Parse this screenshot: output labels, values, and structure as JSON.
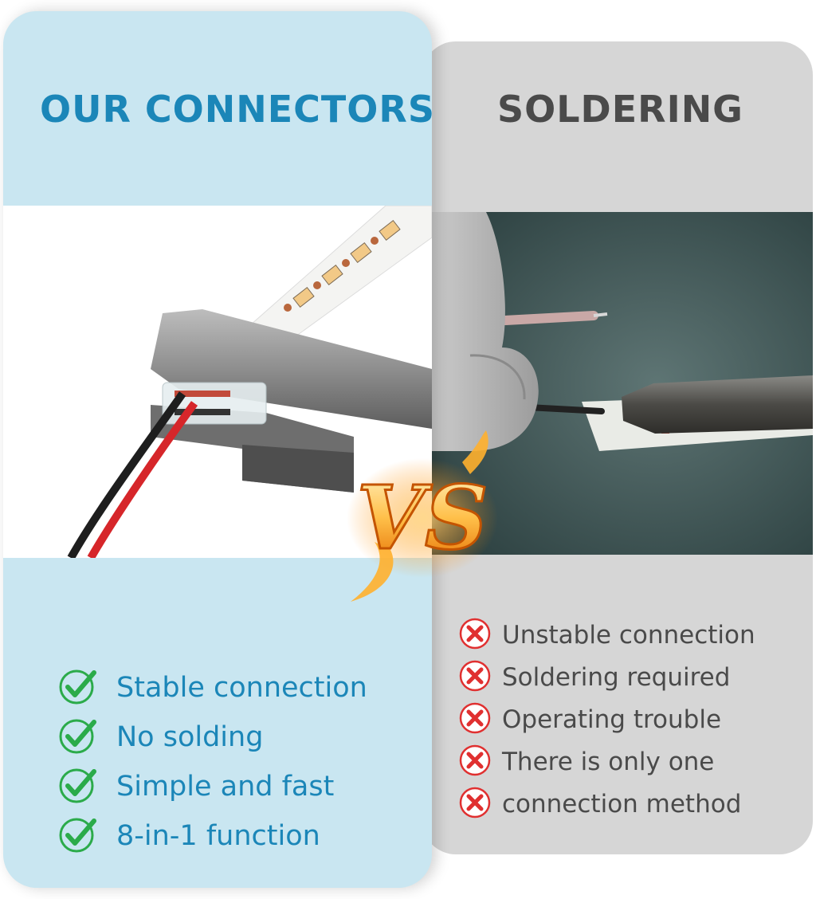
{
  "left": {
    "title": "OUR CONNECTORS",
    "accent": "#1b86b8",
    "items": [
      {
        "label": "Stable connection",
        "icon": "check-icon"
      },
      {
        "label": "No solding",
        "icon": "check-icon"
      },
      {
        "label": "Simple and fast",
        "icon": "check-icon"
      },
      {
        "label": "8-in-1 function",
        "icon": "check-icon"
      }
    ]
  },
  "right": {
    "title": "SOLDERING",
    "accent": "#4a4a4a",
    "items": [
      {
        "label": "Unstable connection",
        "icon": "cross-icon"
      },
      {
        "label": "Soldering required",
        "icon": "cross-icon"
      },
      {
        "label": "Operating trouble",
        "icon": "cross-icon"
      },
      {
        "label": "There is only one",
        "icon": "cross-icon"
      },
      {
        "label": "connection method",
        "icon": "cross-icon"
      }
    ]
  },
  "vs": {
    "text": "VS",
    "icon": "vs-flame-icon"
  },
  "colors": {
    "check": "#2bab4a",
    "cross": "#e03030",
    "left_bg": "#c9e6f1",
    "right_bg": "#d6d6d6"
  }
}
